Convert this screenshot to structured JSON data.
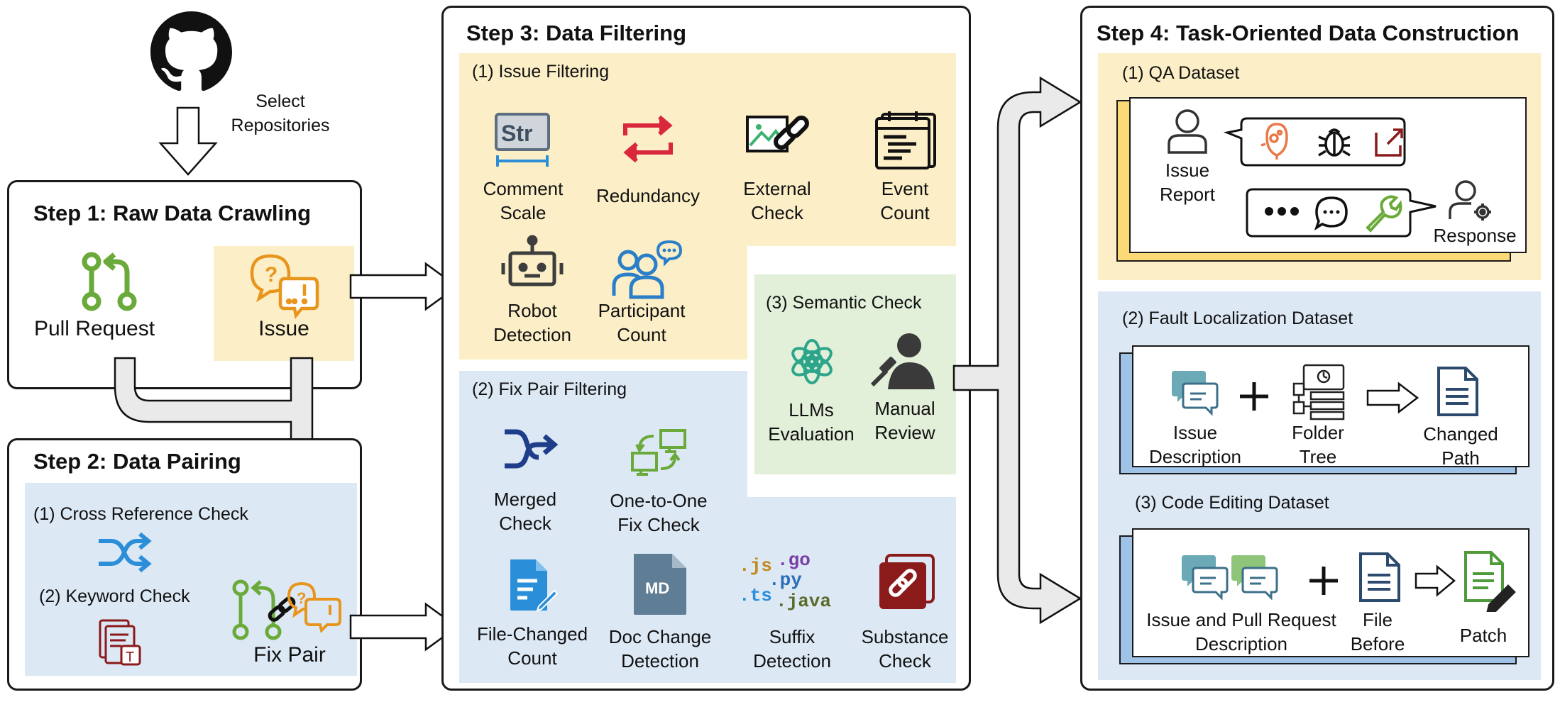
{
  "github": {
    "select_label": "Select\nRepositories"
  },
  "step1": {
    "title": "Step 1: Raw Data Crawling",
    "pull_request": "Pull Request",
    "issue": "Issue"
  },
  "step2": {
    "title": "Step 2: Data Pairing",
    "cross_ref": "(1) Cross Reference Check",
    "keyword": "(2) Keyword Check",
    "fix_pair": "Fix Pair"
  },
  "step3": {
    "title": "Step 3: Data Filtering",
    "issue_filtering": "(1) Issue Filtering",
    "comment_scale": "Comment\nScale",
    "redundancy": "Redundancy",
    "external_check": "External\nCheck",
    "event_count": "Event\nCount",
    "robot_detection": "Robot\nDetection",
    "participant_count": "Participant\nCount",
    "semantic_check": "(3) Semantic Check",
    "llm_eval": "LLMs\nEvaluation",
    "manual_review": "Manual\nReview",
    "fix_pair_filtering": "(2) Fix Pair Filtering",
    "merged_check": "Merged\nCheck",
    "one_to_one": "One-to-One\nFix Check",
    "file_changed": "File-Changed\nCount",
    "doc_change": "Doc Change\nDetection",
    "suffix_detection": "Suffix\nDetection",
    "substance_check": "Substance\nCheck",
    "str_icon": "Str",
    "md_icon": "MD",
    "suffix_js": ".js",
    "suffix_go": ".go",
    "suffix_py": ".py",
    "suffix_ts": ".ts",
    "suffix_java": ".java"
  },
  "step4": {
    "title": "Step 4: Task-Oriented Data Construction",
    "qa_dataset": "(1) QA Dataset",
    "issue_report": "Issue\nReport",
    "response": "Response",
    "fault_dataset": "(2) Fault Localization Dataset",
    "issue_description": "Issue\nDescription",
    "folder_tree": "Folder\nTree",
    "changed_path": "Changed\nPath",
    "code_dataset": "(3) Code Editing Dataset",
    "issue_pr_description": "Issue and Pull Request\nDescription",
    "file_before": "File\nBefore",
    "patch": "Patch"
  },
  "colors": {
    "yellow_zone": "#fcefc7",
    "blue_zone": "#dde8f5",
    "green_zone": "#e2efd9",
    "git_green": "#6aaa3a",
    "issue_orange": "#e8951e",
    "blue_icon": "#2a8fd8",
    "dark_red": "#8b1a1a"
  }
}
